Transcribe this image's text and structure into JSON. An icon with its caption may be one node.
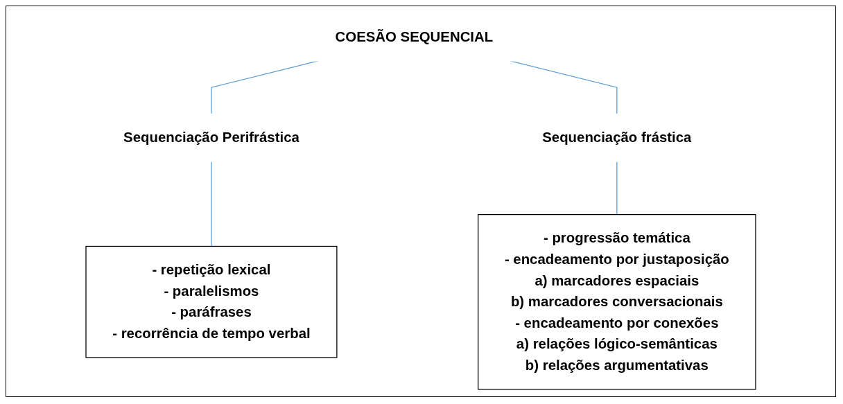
{
  "diagram": {
    "nodes": [
      {
        "text": [
          "COESÃO SEQUENCIAL"
        ]
      },
      {
        "text": [
          "Sequenciação Perifrástica"
        ]
      },
      {
        "text": [
          "Sequenciação frástica"
        ]
      },
      {
        "text": [
          "- repetição lexical",
          "- paralelismos",
          "- paráfrases",
          "- recorrência de tempo verbal"
        ]
      },
      {
        "text": [
          "- progressão temática",
          "- encadeamento por justaposição",
          "a) marcadores espaciais",
          "b) marcadores conversacionais",
          "- encadeamento por conexões",
          "a) relações lógico-semânticas",
          "b) relações argumentativas"
        ]
      }
    ],
    "edges": [
      {
        "from": 0,
        "to": 1,
        "arrow": "none"
      },
      {
        "from": 0,
        "to": 2,
        "arrow": "none"
      },
      {
        "from": 1,
        "to": 3,
        "arrow": "none"
      },
      {
        "from": 2,
        "to": 4,
        "arrow": "none"
      }
    ]
  }
}
